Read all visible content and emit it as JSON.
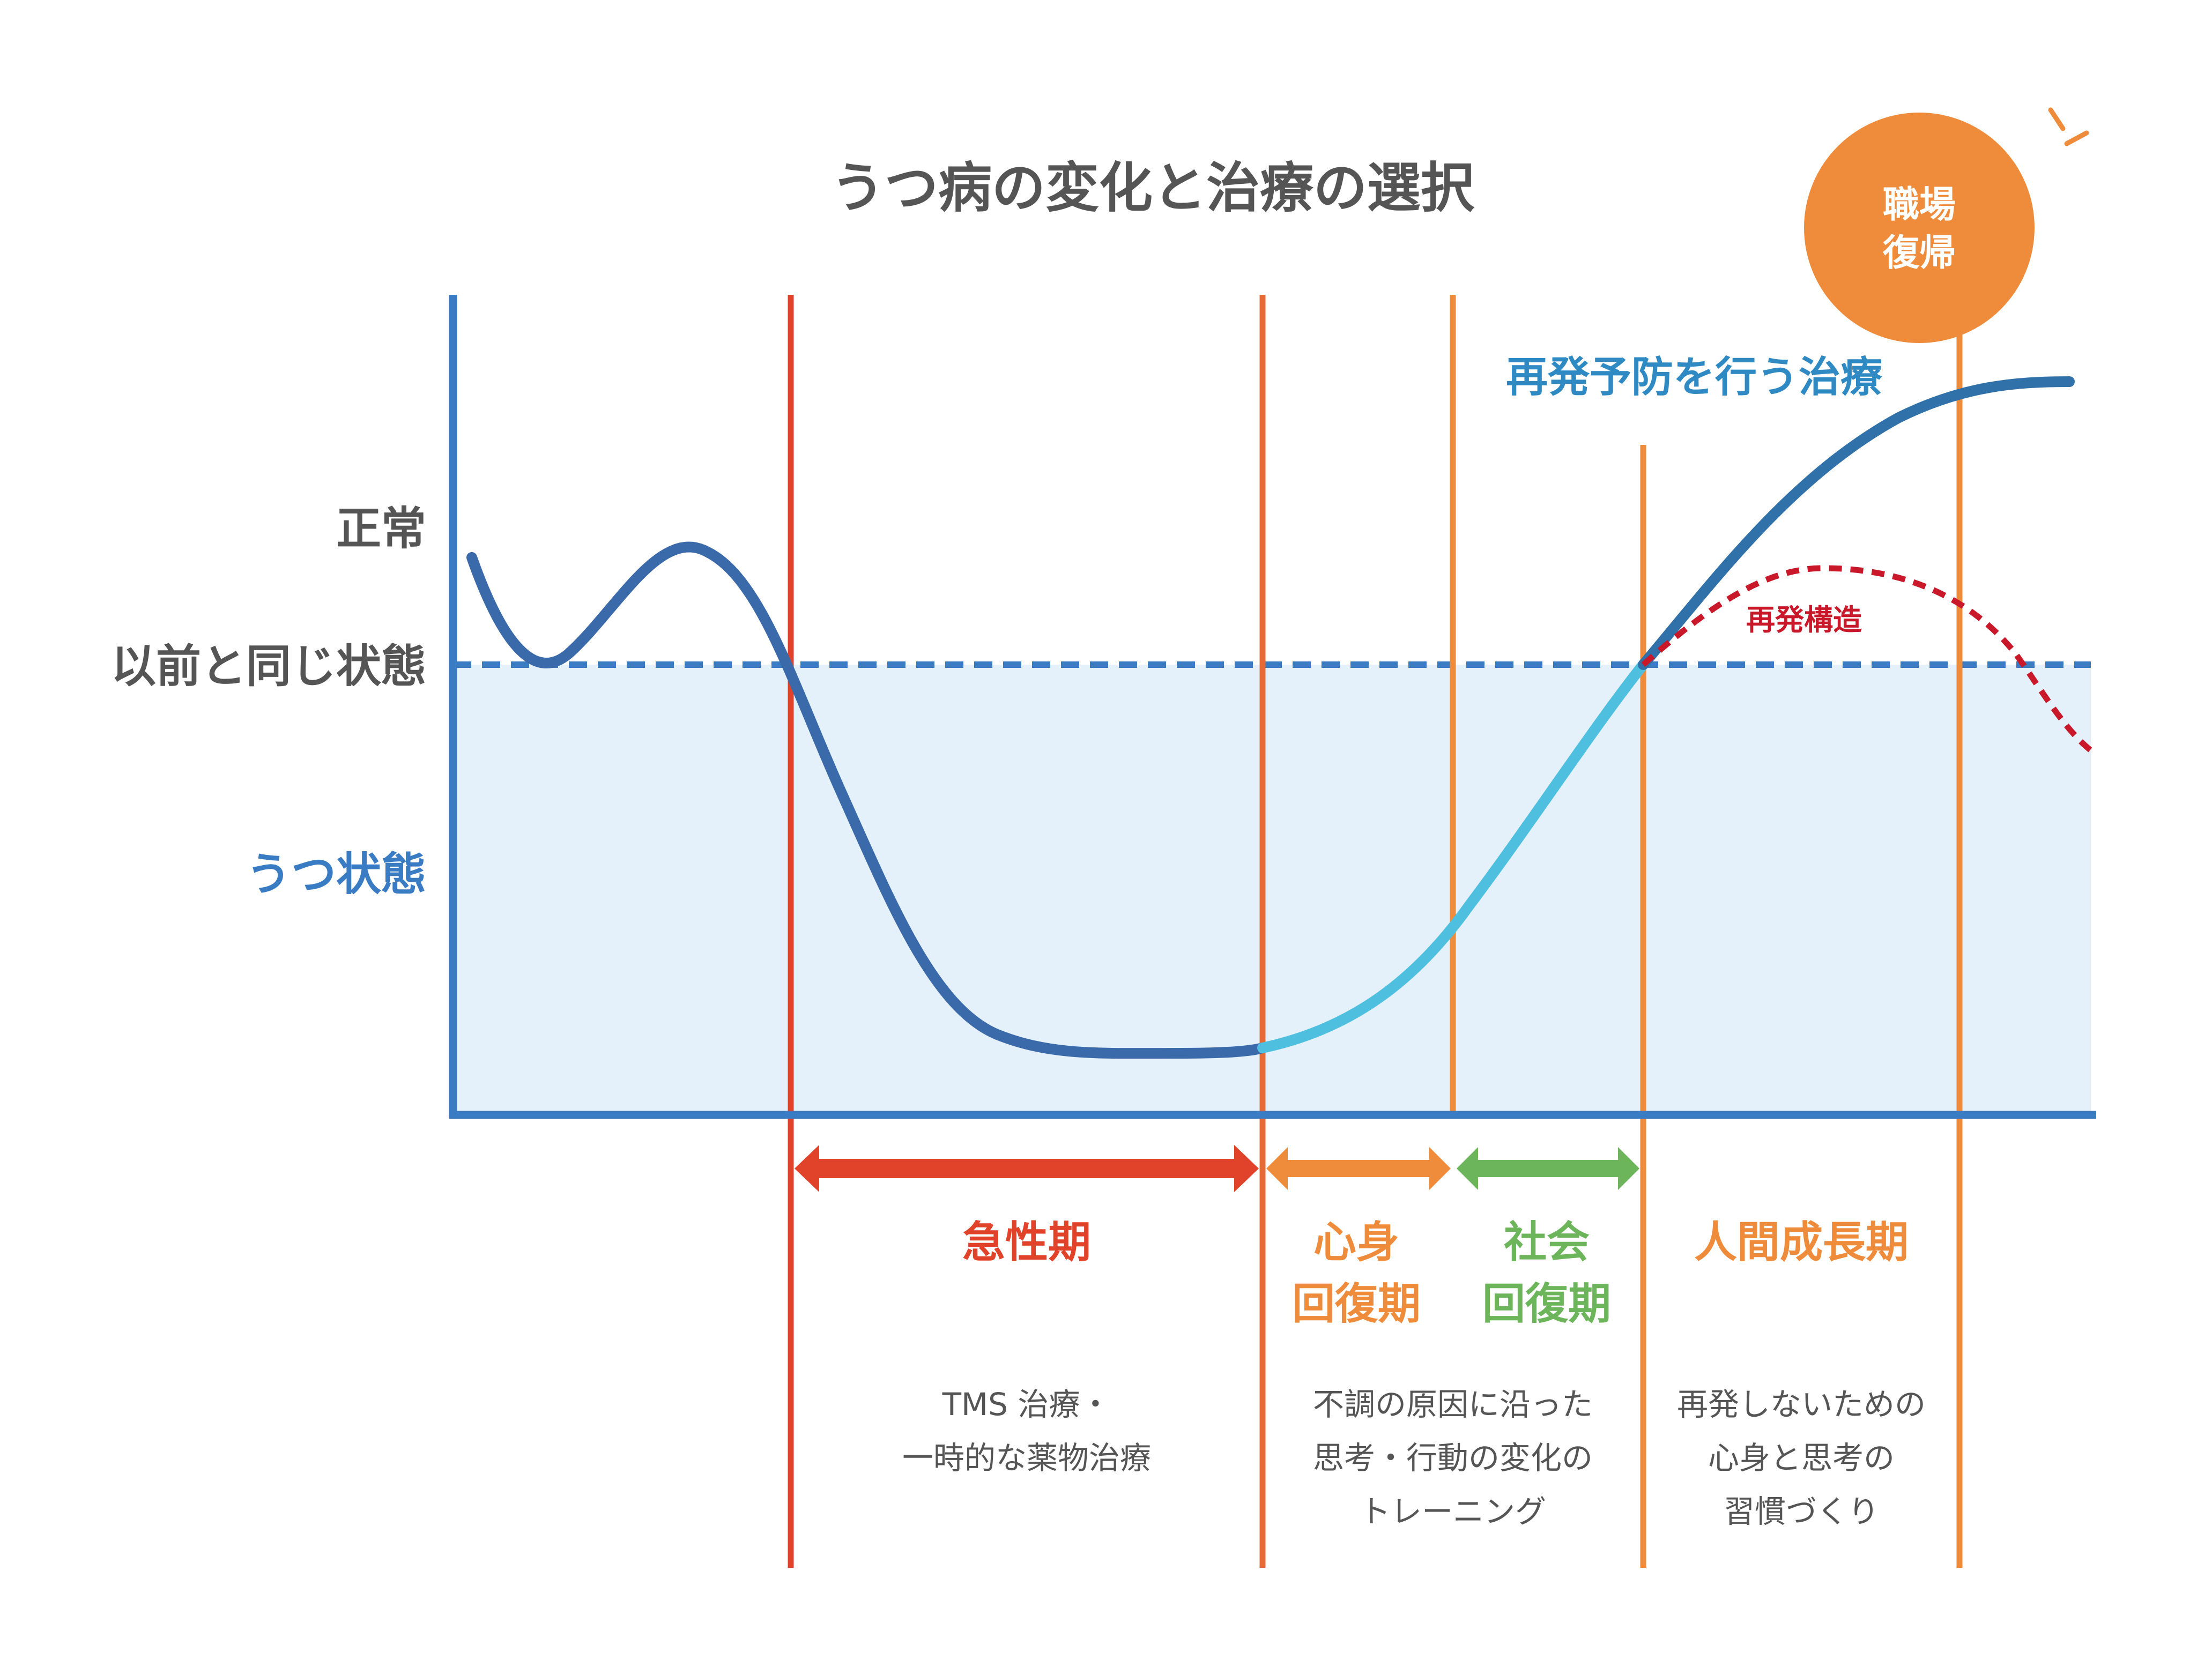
{
  "title": "うつ病の変化と治療の選択",
  "y_labels": {
    "normal": "正常",
    "baseline": "以前と同じ状態",
    "depressed": "うつ状態"
  },
  "badge": {
    "line1": "職場",
    "line2": "復帰"
  },
  "labels": {
    "prevention": "再発予防を行う治療",
    "relapse": "再発構造"
  },
  "phases": [
    {
      "title_lines": [
        "急性期"
      ],
      "desc_lines": [
        "TMS 治療・",
        "一時的な薬物治療"
      ]
    },
    {
      "title_lines": [
        "心身",
        "回復期"
      ],
      "desc_lines": [
        "不調の原因に沿った",
        "思考・行動の変化の",
        "トレーニング"
      ]
    },
    {
      "title_lines": [
        "社会",
        "回復期"
      ],
      "desc_lines": []
    },
    {
      "title_lines": [
        "人間成長期"
      ],
      "desc_lines": [
        "再発しないための",
        "心身と思考の",
        "習慣づくり"
      ]
    }
  ],
  "colors": {
    "axis": "#3a7cc4",
    "curve_dark": "#3b6aaa",
    "curve_light": "#4fbfe0",
    "curve_prevention": "#2f71a8",
    "relapse": "#c8182a",
    "red": "#e0432a",
    "orange": "#ef8c3c",
    "green": "#6cb55a",
    "depressed_fill": "#e4f1fa",
    "title_gray": "#555555",
    "desc_gray": "#555555",
    "prevention_label": "#2f8ac4"
  }
}
